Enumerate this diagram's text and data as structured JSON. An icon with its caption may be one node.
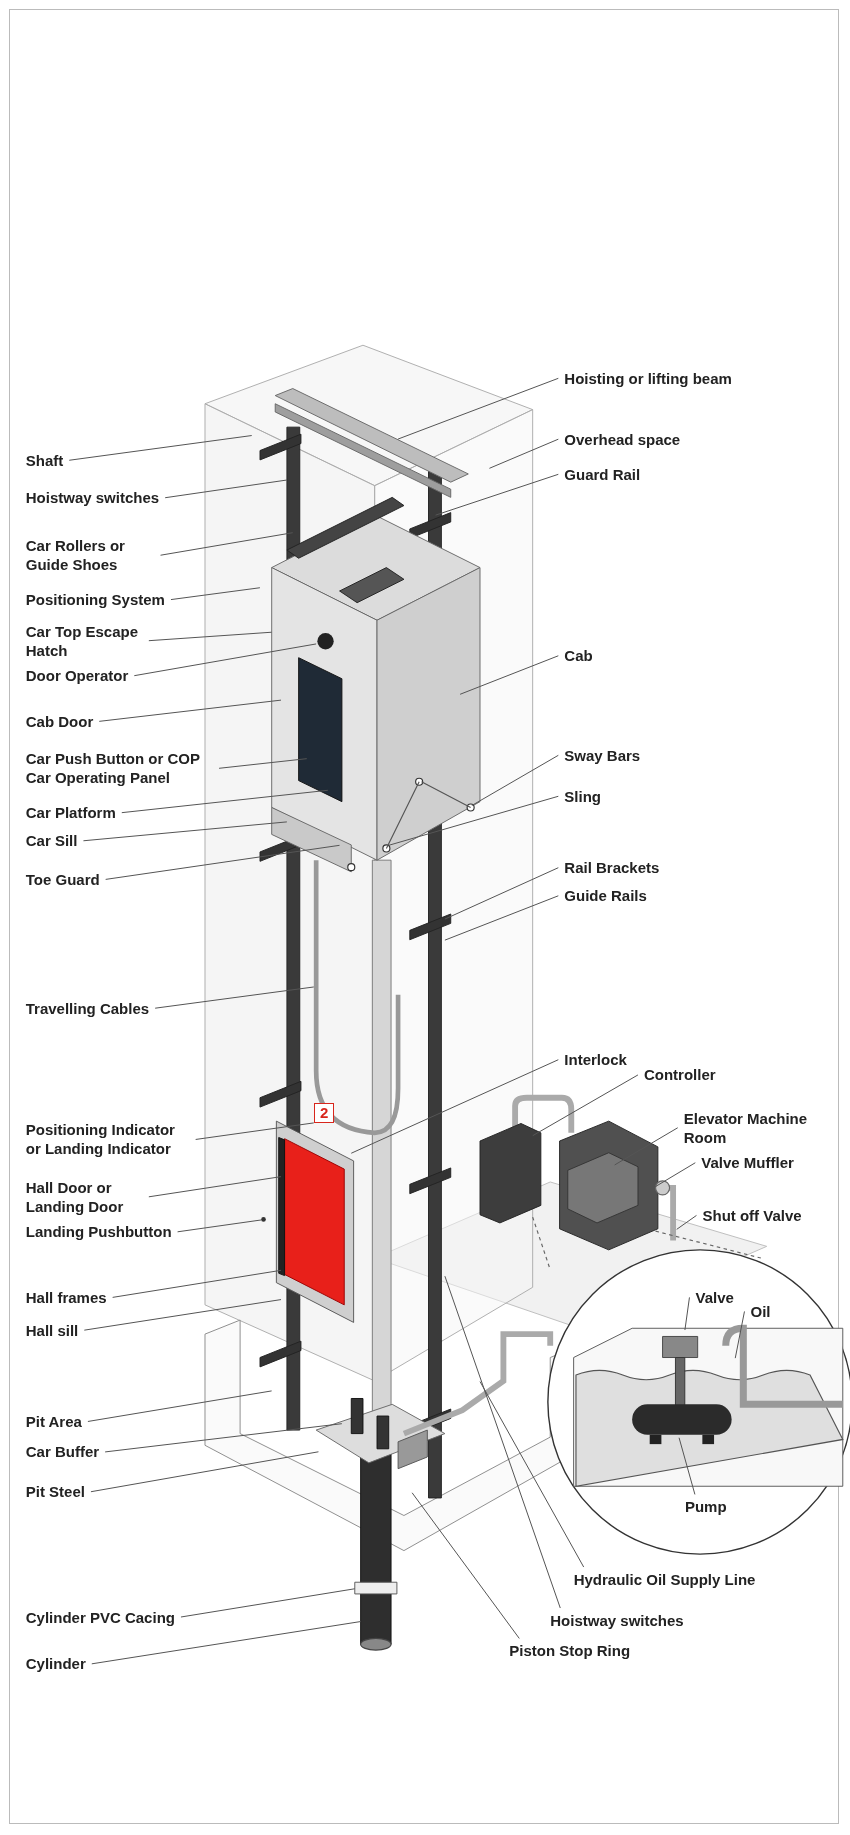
{
  "diagram": {
    "nodes": [
      {
        "text": [
          "Shaft"
        ]
      },
      {
        "text": [
          "Hoistway switches"
        ]
      },
      {
        "text": [
          "Car Rollers or Guide Shoes"
        ]
      },
      {
        "text": [
          "Positioning System"
        ]
      },
      {
        "text": [
          "Car Top Escape Hatch"
        ]
      },
      {
        "text": [
          "Door Operator"
        ]
      },
      {
        "text": [
          "Cab Door"
        ]
      },
      {
        "text": [
          "Car Push Button or COP Car Operating Panel"
        ]
      },
      {
        "text": [
          "Car Platform"
        ]
      },
      {
        "text": [
          "Car Sill"
        ]
      },
      {
        "text": [
          "Toe Guard"
        ]
      },
      {
        "text": [
          "Travelling Cables"
        ]
      },
      {
        "text": [
          "Positioning Indicator or Landing Indicator"
        ]
      },
      {
        "text": [
          "Hall Door or Landing Door"
        ]
      },
      {
        "text": [
          "Landing Pushbutton"
        ]
      },
      {
        "text": [
          "Hall frames"
        ]
      },
      {
        "text": [
          "Hall sill"
        ]
      },
      {
        "text": [
          "Pit Area"
        ]
      },
      {
        "text": [
          "Car Buffer"
        ]
      },
      {
        "text": [
          "Pit Steel"
        ]
      },
      {
        "text": [
          "Cylinder PVC Cacing"
        ]
      },
      {
        "text": [
          "Cylinder"
        ]
      },
      {
        "text": [
          "Hoisting or lifting beam"
        ]
      },
      {
        "text": [
          "Overhead space"
        ]
      },
      {
        "text": [
          "Guard Rail"
        ]
      },
      {
        "text": [
          "Cab"
        ]
      },
      {
        "text": [
          "Sway Bars"
        ]
      },
      {
        "text": [
          "Sling"
        ]
      },
      {
        "text": [
          "Rail Brackets"
        ]
      },
      {
        "text": [
          "Guide Rails"
        ]
      },
      {
        "text": [
          "Interlock"
        ]
      },
      {
        "text": [
          "Controller"
        ]
      },
      {
        "text": [
          "Elevator Machine Room"
        ]
      },
      {
        "text": [
          "Valve Muffler"
        ]
      },
      {
        "text": [
          "Shut off Valve"
        ]
      },
      {
        "text": [
          "Valve"
        ]
      },
      {
        "text": [
          "Oil"
        ]
      },
      {
        "text": [
          "Pump"
        ]
      },
      {
        "text": [
          "Hydraulic Oil Supply Line"
        ]
      },
      {
        "text": [
          "Hoistway switches"
        ]
      },
      {
        "text": [
          "Piston Stop Ring"
        ]
      },
      {
        "text": [
          "2"
        ]
      }
    ],
    "edges": [
      {
        "from": 0,
        "to": null,
        "arrow": "none"
      },
      {
        "from": 1,
        "to": null,
        "arrow": "none"
      },
      {
        "from": 2,
        "to": null,
        "arrow": "none"
      },
      {
        "from": 3,
        "to": null,
        "arrow": "none"
      },
      {
        "from": 4,
        "to": null,
        "arrow": "none"
      },
      {
        "from": 5,
        "to": null,
        "arrow": "none"
      },
      {
        "from": 6,
        "to": null,
        "arrow": "none"
      },
      {
        "from": 7,
        "to": null,
        "arrow": "none"
      },
      {
        "from": 8,
        "to": null,
        "arrow": "none"
      },
      {
        "from": 9,
        "to": null,
        "arrow": "none"
      },
      {
        "from": 10,
        "to": null,
        "arrow": "none"
      },
      {
        "from": 11,
        "to": null,
        "arrow": "none"
      },
      {
        "from": 12,
        "to": 41,
        "arrow": "none"
      },
      {
        "from": 13,
        "to": null,
        "arrow": "none"
      },
      {
        "from": 14,
        "to": null,
        "arrow": "none"
      },
      {
        "from": 15,
        "to": null,
        "arrow": "none"
      },
      {
        "from": 16,
        "to": null,
        "arrow": "none"
      },
      {
        "from": 17,
        "to": null,
        "arrow": "none"
      },
      {
        "from": 18,
        "to": null,
        "arrow": "none"
      },
      {
        "from": 19,
        "to": null,
        "arrow": "none"
      },
      {
        "from": 20,
        "to": null,
        "arrow": "none"
      },
      {
        "from": 21,
        "to": null,
        "arrow": "none"
      },
      {
        "from": 22,
        "to": null,
        "arrow": "none"
      },
      {
        "from": 23,
        "to": null,
        "arrow": "none"
      },
      {
        "from": 24,
        "to": null,
        "arrow": "none"
      },
      {
        "from": 25,
        "to": null,
        "arrow": "none"
      },
      {
        "from": 26,
        "to": null,
        "arrow": "none"
      },
      {
        "from": 27,
        "to": null,
        "arrow": "none"
      },
      {
        "from": 28,
        "to": null,
        "arrow": "none"
      },
      {
        "from": 29,
        "to": null,
        "arrow": "none"
      },
      {
        "from": 30,
        "to": null,
        "arrow": "none"
      },
      {
        "from": 31,
        "to": null,
        "arrow": "none"
      },
      {
        "from": 32,
        "to": null,
        "arrow": "none"
      },
      {
        "from": 33,
        "to": null,
        "arrow": "none"
      },
      {
        "from": 34,
        "to": null,
        "arrow": "none"
      },
      {
        "from": 35,
        "to": null,
        "arrow": "none"
      },
      {
        "from": 36,
        "to": null,
        "arrow": "none"
      },
      {
        "from": 37,
        "to": null,
        "arrow": "none"
      },
      {
        "from": 38,
        "to": null,
        "arrow": "none"
      },
      {
        "from": 39,
        "to": null,
        "arrow": "none"
      },
      {
        "from": 40,
        "to": null,
        "arrow": "none"
      }
    ]
  }
}
